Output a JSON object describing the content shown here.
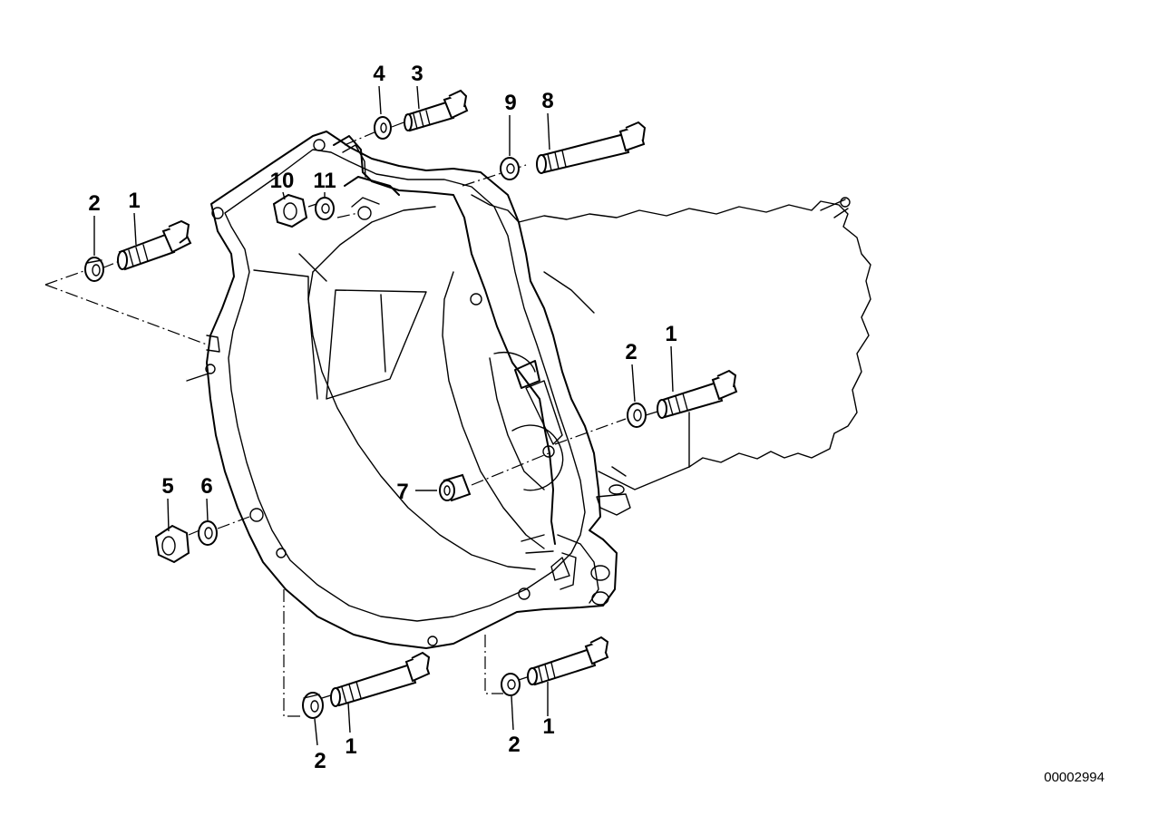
{
  "diagram": {
    "reference_number": "00002994",
    "callouts": [
      {
        "id": "c-2-top-left",
        "label": "2"
      },
      {
        "id": "c-1-top-left",
        "label": "1"
      },
      {
        "id": "c-4",
        "label": "4"
      },
      {
        "id": "c-3",
        "label": "3"
      },
      {
        "id": "c-9",
        "label": "9"
      },
      {
        "id": "c-8",
        "label": "8"
      },
      {
        "id": "c-10",
        "label": "10"
      },
      {
        "id": "c-11",
        "label": "11"
      },
      {
        "id": "c-2-right",
        "label": "2"
      },
      {
        "id": "c-1-right",
        "label": "1"
      },
      {
        "id": "c-5",
        "label": "5"
      },
      {
        "id": "c-6",
        "label": "6"
      },
      {
        "id": "c-7",
        "label": "7"
      },
      {
        "id": "c-2-bottom-left",
        "label": "2"
      },
      {
        "id": "c-1-bottom-left",
        "label": "1"
      },
      {
        "id": "c-2-bottom-right",
        "label": "2"
      },
      {
        "id": "c-1-bottom-right",
        "label": "1"
      }
    ]
  }
}
